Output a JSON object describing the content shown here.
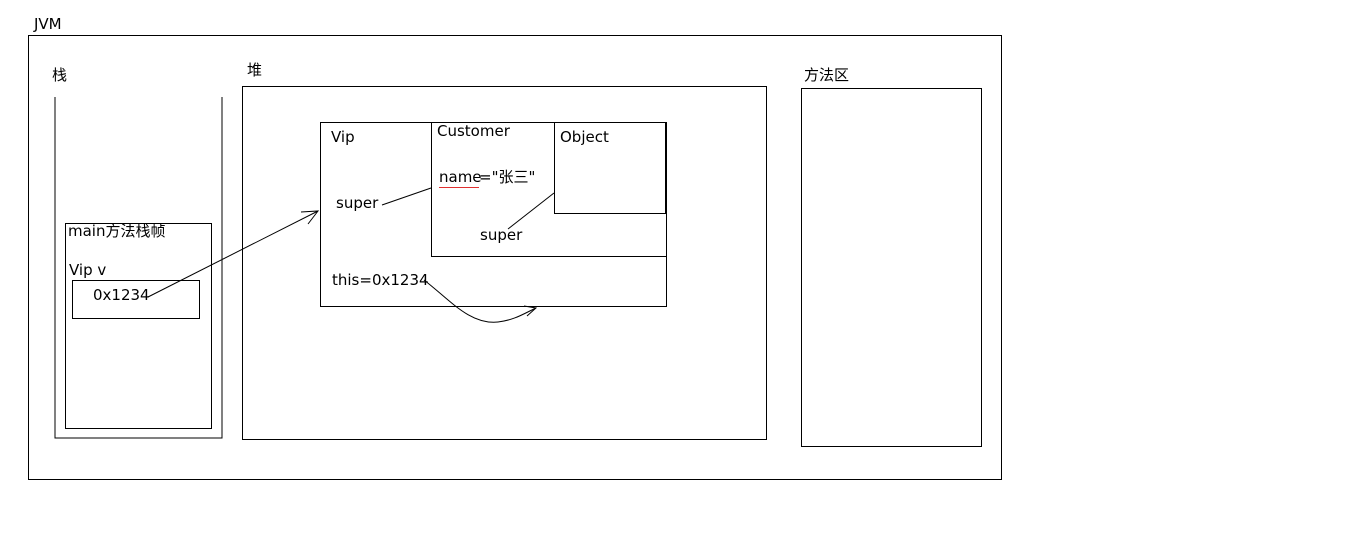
{
  "title": "JVM",
  "stack": {
    "label": "栈",
    "frame": {
      "label": "main方法栈帧",
      "var_label": "Vip v",
      "var_value": "0x1234"
    }
  },
  "heap": {
    "label": "堆",
    "vip": {
      "label": "Vip",
      "super_label": "super",
      "this_label": "this=0x1234"
    },
    "customer": {
      "label": "Customer",
      "field_name": "name",
      "field_value": "=\"张三\"",
      "super_label": "super"
    },
    "object": {
      "label": "Object"
    }
  },
  "method_area": {
    "label": "方法区"
  },
  "colors": {
    "stroke": "#000000",
    "underline": "#e03030"
  }
}
